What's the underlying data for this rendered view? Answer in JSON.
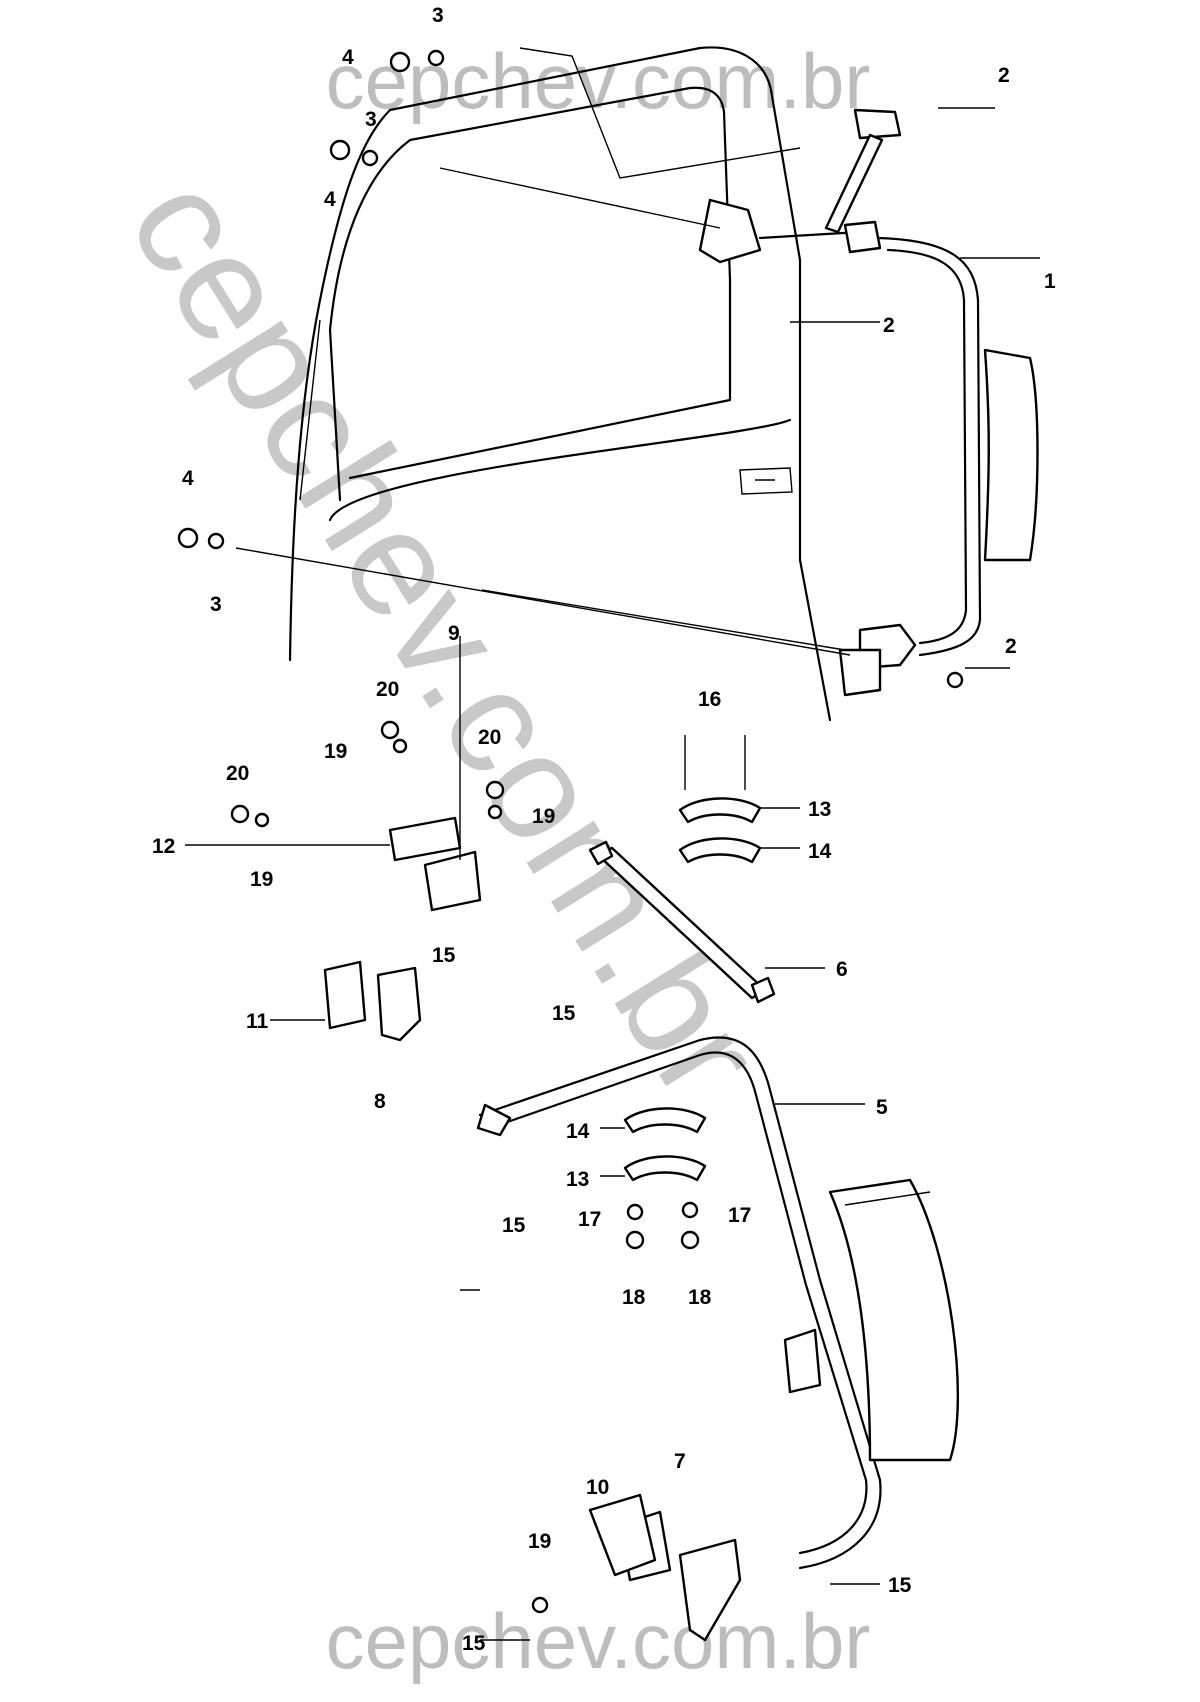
{
  "watermark": {
    "top": "cepchev.com.br",
    "diagonal": "cepchev.com.br",
    "bottom": "cepchev.com.br"
  },
  "callouts": {
    "c1": "1",
    "c2a": "2",
    "c2b": "2",
    "c2c": "2",
    "c3a": "3",
    "c3b": "3",
    "c3c": "3",
    "c4a": "4",
    "c4b": "4",
    "c4c": "4",
    "c5": "5",
    "c6": "6",
    "c7": "7",
    "c8": "8",
    "c9": "9",
    "c10": "10",
    "c11": "11",
    "c12": "12",
    "c13a": "13",
    "c13b": "13",
    "c14a": "14",
    "c14b": "14",
    "c15a": "15",
    "c15b": "15",
    "c15c": "15",
    "c15d": "15",
    "c15e": "15",
    "c16": "16",
    "c17a": "17",
    "c17b": "17",
    "c18a": "18",
    "c18b": "18",
    "c19a": "19",
    "c19b": "19",
    "c19c": "19",
    "c19d": "19",
    "c20a": "20",
    "c20b": "20",
    "c20c": "20"
  }
}
